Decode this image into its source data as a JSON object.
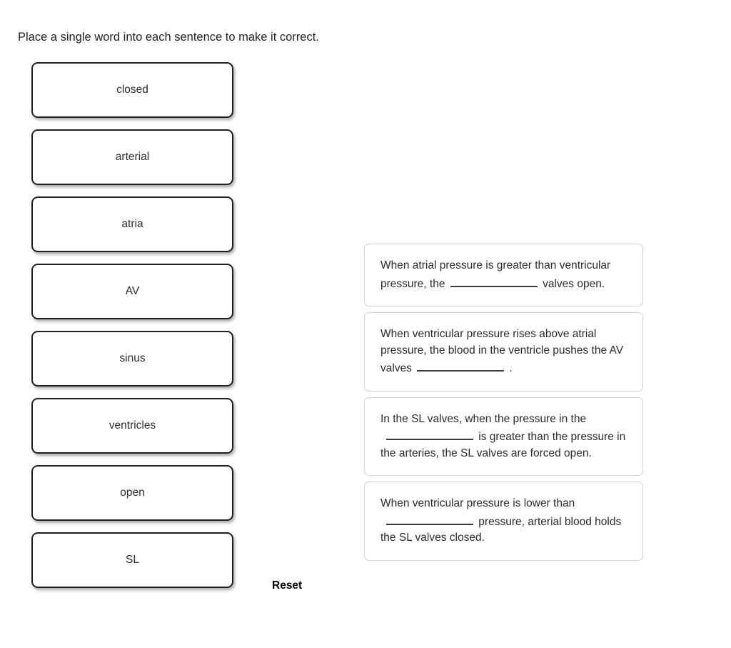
{
  "instruction": "Place a single word into each sentence to make it correct.",
  "word_bank": {
    "tiles": [
      {
        "label": "closed"
      },
      {
        "label": "arterial"
      },
      {
        "label": "atria"
      },
      {
        "label": "AV"
      },
      {
        "label": "sinus"
      },
      {
        "label": "ventricles"
      },
      {
        "label": "open"
      },
      {
        "label": "SL"
      }
    ]
  },
  "controls": {
    "reset_label": "Reset"
  },
  "sentences": [
    {
      "segments": [
        {
          "type": "text",
          "value": "When atrial pressure is greater than ventricular pressure, the "
        },
        {
          "type": "blank",
          "value": ""
        },
        {
          "type": "text",
          "value": " valves open."
        }
      ],
      "plain_text": "When atrial pressure is greater than ventricular pressure, the ______ valves open."
    },
    {
      "segments": [
        {
          "type": "text",
          "value": "When ventricular pressure rises above atrial pressure, the blood in the ventricle pushes the AV valves "
        },
        {
          "type": "blank",
          "value": ""
        },
        {
          "type": "text",
          "value": " ."
        }
      ],
      "plain_text": "When ventricular pressure rises above atrial pressure, the blood in the ventricle pushes the AV valves ______ ."
    },
    {
      "segments": [
        {
          "type": "text",
          "value": "In the SL valves, when the pressure in the "
        },
        {
          "type": "blank",
          "value": ""
        },
        {
          "type": "text",
          "value": " is greater than the pressure in the arteries, the SL valves are forced open."
        }
      ],
      "plain_text": "In the SL valves, when the pressure in the ______ is greater than the pressure in the arteries, the SL valves are forced open."
    },
    {
      "segments": [
        {
          "type": "text",
          "value": "When ventricular pressure is lower than "
        },
        {
          "type": "blank",
          "value": ""
        },
        {
          "type": "text",
          "value": " pressure, arterial blood holds the SL valves closed."
        }
      ],
      "plain_text": "When ventricular pressure is lower than ______ pressure, arterial blood holds the SL valves closed."
    }
  ],
  "colors": {
    "tile_border": "#231f20",
    "sentence_border": "#d4d4d4",
    "text": "#2b2b2b",
    "page_background": "#ffffff"
  }
}
